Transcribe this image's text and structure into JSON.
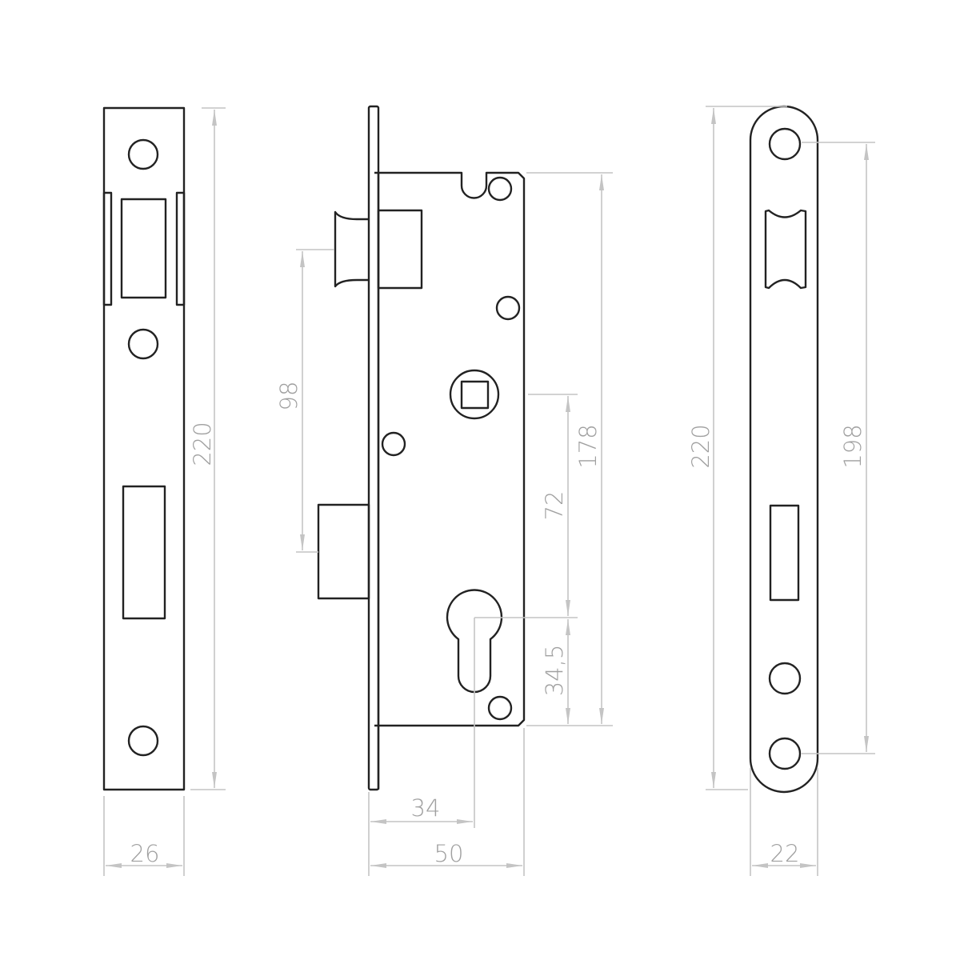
{
  "colors": {
    "outline": "#222222",
    "dimension_line": "#c4c4c4",
    "dimension_text": "#a0a0a0"
  },
  "strike_plate_left": {
    "height_label": "220",
    "width_label": "26"
  },
  "lock_body": {
    "backset_distance_label": "98",
    "case_height_label": "178",
    "spindle_to_cylinder_label": "72",
    "cylinder_to_bottom_label": "34,5",
    "backset_label": "34",
    "depth_label": "50"
  },
  "strike_plate_right": {
    "height_label": "220",
    "hole_spacing_label": "198",
    "width_label": "22"
  }
}
